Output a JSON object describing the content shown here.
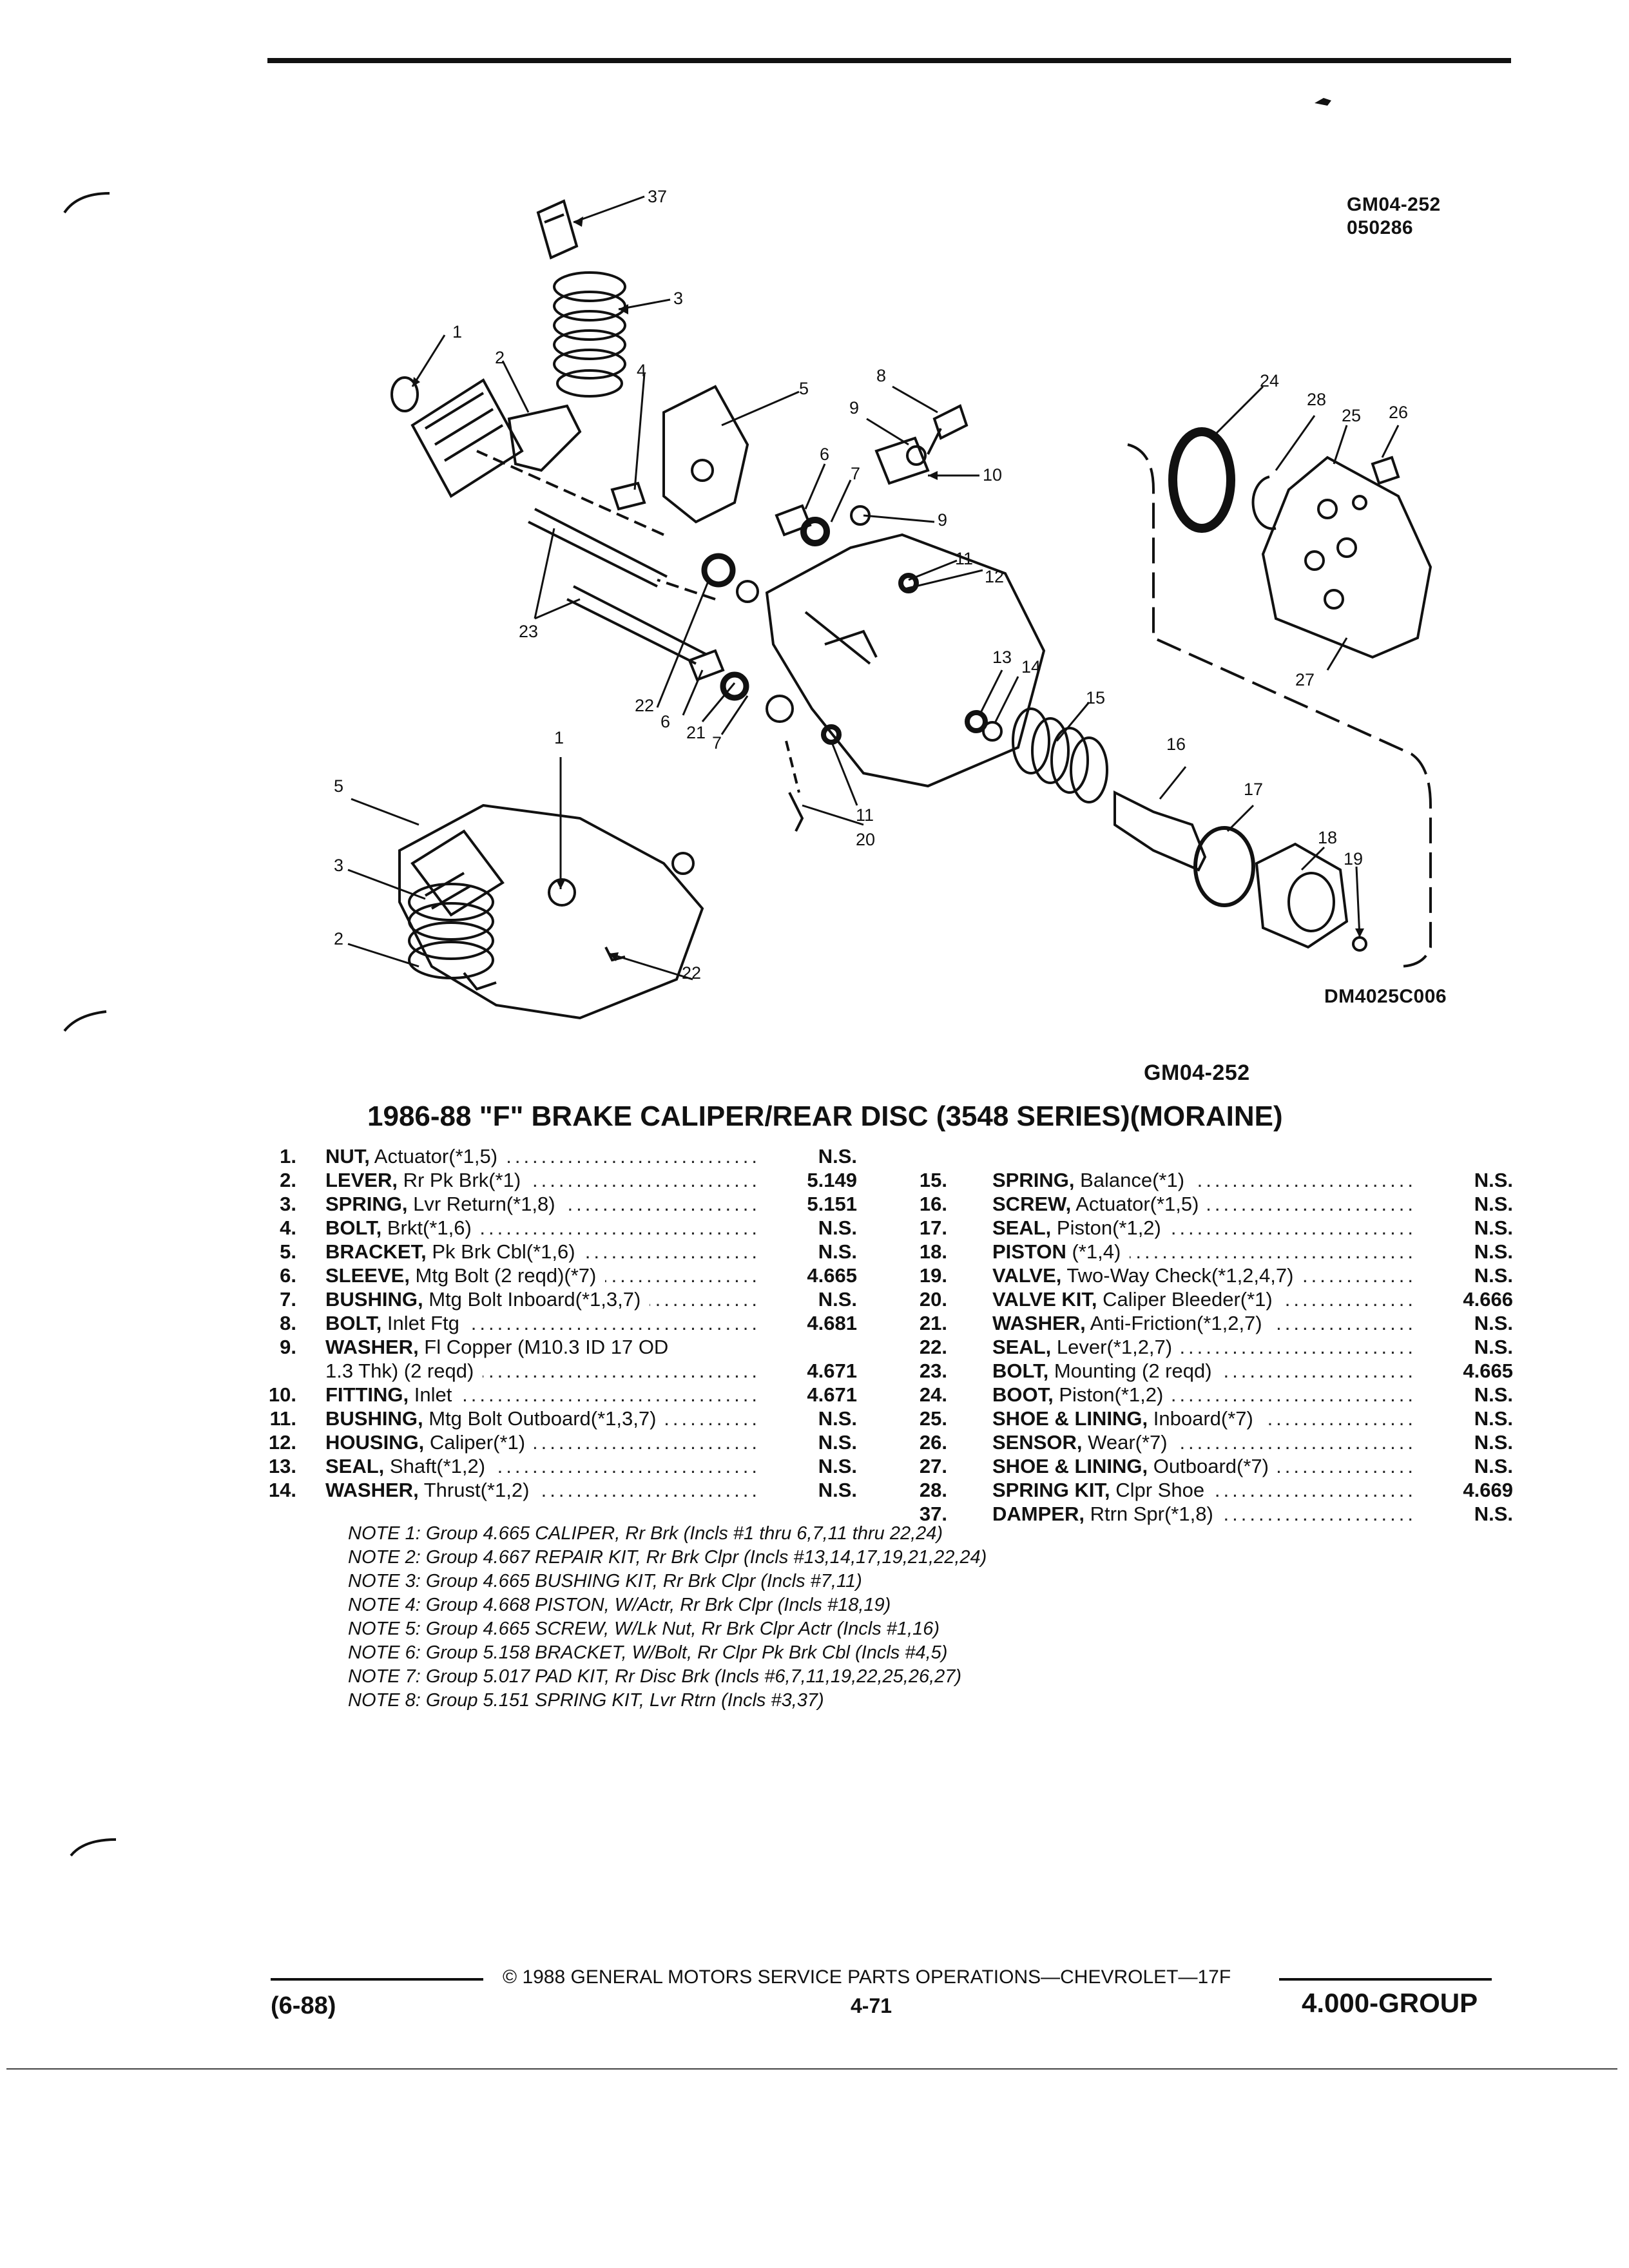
{
  "figure": {
    "ref_top": [
      "GM04-252",
      "050286"
    ],
    "ref_bottom": "DM4025C006",
    "caption": "GM04-252",
    "callouts": [
      "37",
      "3",
      "1",
      "2",
      "4",
      "5",
      "8",
      "9",
      "10",
      "6",
      "7",
      "9",
      "11",
      "12",
      "23",
      "22",
      "6",
      "21",
      "7",
      "13",
      "14",
      "15",
      "16",
      "24",
      "28",
      "25",
      "26",
      "27",
      "1",
      "5",
      "3",
      "2",
      "22",
      "11",
      "20",
      "17",
      "18",
      "19"
    ]
  },
  "title": "1986-88 \"F\" BRAKE CALIPER/REAR DISC (3548 SERIES)(MORAINE)",
  "parts_left": [
    {
      "num": "1.",
      "name": "NUT,",
      "desc": " Actuator(*1,5)",
      "group": "N.S."
    },
    {
      "num": "2.",
      "name": "LEVER,",
      "desc": " Rr Pk Brk(*1)",
      "group": "5.149"
    },
    {
      "num": "3.",
      "name": "SPRING,",
      "desc": " Lvr Return(*1,8)",
      "group": "5.151"
    },
    {
      "num": "4.",
      "name": "BOLT,",
      "desc": " Brkt(*1,6)",
      "group": "N.S."
    },
    {
      "num": "5.",
      "name": "BRACKET,",
      "desc": " Pk Brk Cbl(*1,6)",
      "group": "N.S."
    },
    {
      "num": "6.",
      "name": "SLEEVE,",
      "desc": " Mtg Bolt (2 reqd)(*7)",
      "group": "4.665"
    },
    {
      "num": "7.",
      "name": "BUSHING,",
      "desc": " Mtg Bolt Inboard(*1,3,7)",
      "group": "N.S."
    },
    {
      "num": "8.",
      "name": "BOLT,",
      "desc": " Inlet Ftg",
      "group": "4.681"
    },
    {
      "num": "9.",
      "name": "WASHER,",
      "desc": " Fl Copper (M10.3 ID 17 OD",
      "group": ""
    },
    {
      "num": "",
      "name": "",
      "desc": "1.3 Thk) (2 reqd)",
      "group": "4.671"
    },
    {
      "num": "10.",
      "name": "FITTING,",
      "desc": " Inlet",
      "group": "4.671"
    },
    {
      "num": "11.",
      "name": "BUSHING,",
      "desc": " Mtg Bolt Outboard(*1,3,7)",
      "group": "N.S."
    },
    {
      "num": "12.",
      "name": "HOUSING,",
      "desc": " Caliper(*1)",
      "group": "N.S."
    },
    {
      "num": "13.",
      "name": "SEAL,",
      "desc": " Shaft(*1,2)",
      "group": "N.S."
    },
    {
      "num": "14.",
      "name": "WASHER,",
      "desc": " Thrust(*1,2)",
      "group": "N.S."
    }
  ],
  "parts_right": [
    {
      "num": "15.",
      "name": "SPRING,",
      "desc": " Balance(*1)",
      "group": "N.S."
    },
    {
      "num": "16.",
      "name": "SCREW,",
      "desc": " Actuator(*1,5)",
      "group": "N.S."
    },
    {
      "num": "17.",
      "name": "SEAL,",
      "desc": " Piston(*1,2)",
      "group": "N.S."
    },
    {
      "num": "18.",
      "name": "PISTON",
      "desc": " (*1,4)",
      "group": "N.S."
    },
    {
      "num": "19.",
      "name": "VALVE,",
      "desc": " Two-Way Check(*1,2,4,7)",
      "group": "N.S."
    },
    {
      "num": "20.",
      "name": "VALVE KIT,",
      "desc": " Caliper Bleeder(*1)",
      "group": "4.666"
    },
    {
      "num": "21.",
      "name": "WASHER,",
      "desc": " Anti-Friction(*1,2,7)",
      "group": "N.S."
    },
    {
      "num": "22.",
      "name": "SEAL,",
      "desc": " Lever(*1,2,7)",
      "group": "N.S."
    },
    {
      "num": "23.",
      "name": "BOLT,",
      "desc": " Mounting (2 reqd)",
      "group": "4.665"
    },
    {
      "num": "24.",
      "name": "BOOT,",
      "desc": " Piston(*1,2)",
      "group": "N.S."
    },
    {
      "num": "25.",
      "name": "SHOE & LINING,",
      "desc": " Inboard(*7)",
      "group": "N.S."
    },
    {
      "num": "26.",
      "name": "SENSOR,",
      "desc": " Wear(*7)",
      "group": "N.S."
    },
    {
      "num": "27.",
      "name": "SHOE & LINING,",
      "desc": " Outboard(*7)",
      "group": "N.S."
    },
    {
      "num": "28.",
      "name": "SPRING KIT,",
      "desc": " Clpr Shoe",
      "group": "4.669"
    },
    {
      "num": "37.",
      "name": "DAMPER,",
      "desc": " Rtrn Spr(*1,8)",
      "group": "N.S."
    }
  ],
  "notes": [
    "NOTE 1: Group 4.665 CALIPER, Rr Brk (Incls #1 thru 6,7,11 thru 22,24)",
    "NOTE 2: Group 4.667 REPAIR KIT, Rr Brk Clpr (Incls #13,14,17,19,21,22,24)",
    "NOTE 3: Group 4.665 BUSHING KIT, Rr Brk Clpr (Incls #7,11)",
    "NOTE 4: Group 4.668 PISTON, W/Actr, Rr Brk Clpr (Incls #18,19)",
    "NOTE 5: Group 4.665 SCREW, W/Lk Nut, Rr Brk Clpr Actr (Incls #1,16)",
    "NOTE 6: Group 5.158 BRACKET, W/Bolt, Rr Clpr Pk Brk Cbl (Incls #4,5)",
    "NOTE 7: Group 5.017 PAD KIT, Rr Disc Brk (Incls #6,7,11,19,22,25,26,27)",
    "NOTE 8: Group 5.151 SPRING KIT, Lvr Rtrn (Incls #3,37)"
  ],
  "footer": {
    "copyright": "©  1988  GENERAL MOTORS SERVICE PARTS OPERATIONS—CHEVROLET—17F",
    "date": "(6-88)",
    "page": "4-71",
    "group": "4.000-GROUP"
  }
}
